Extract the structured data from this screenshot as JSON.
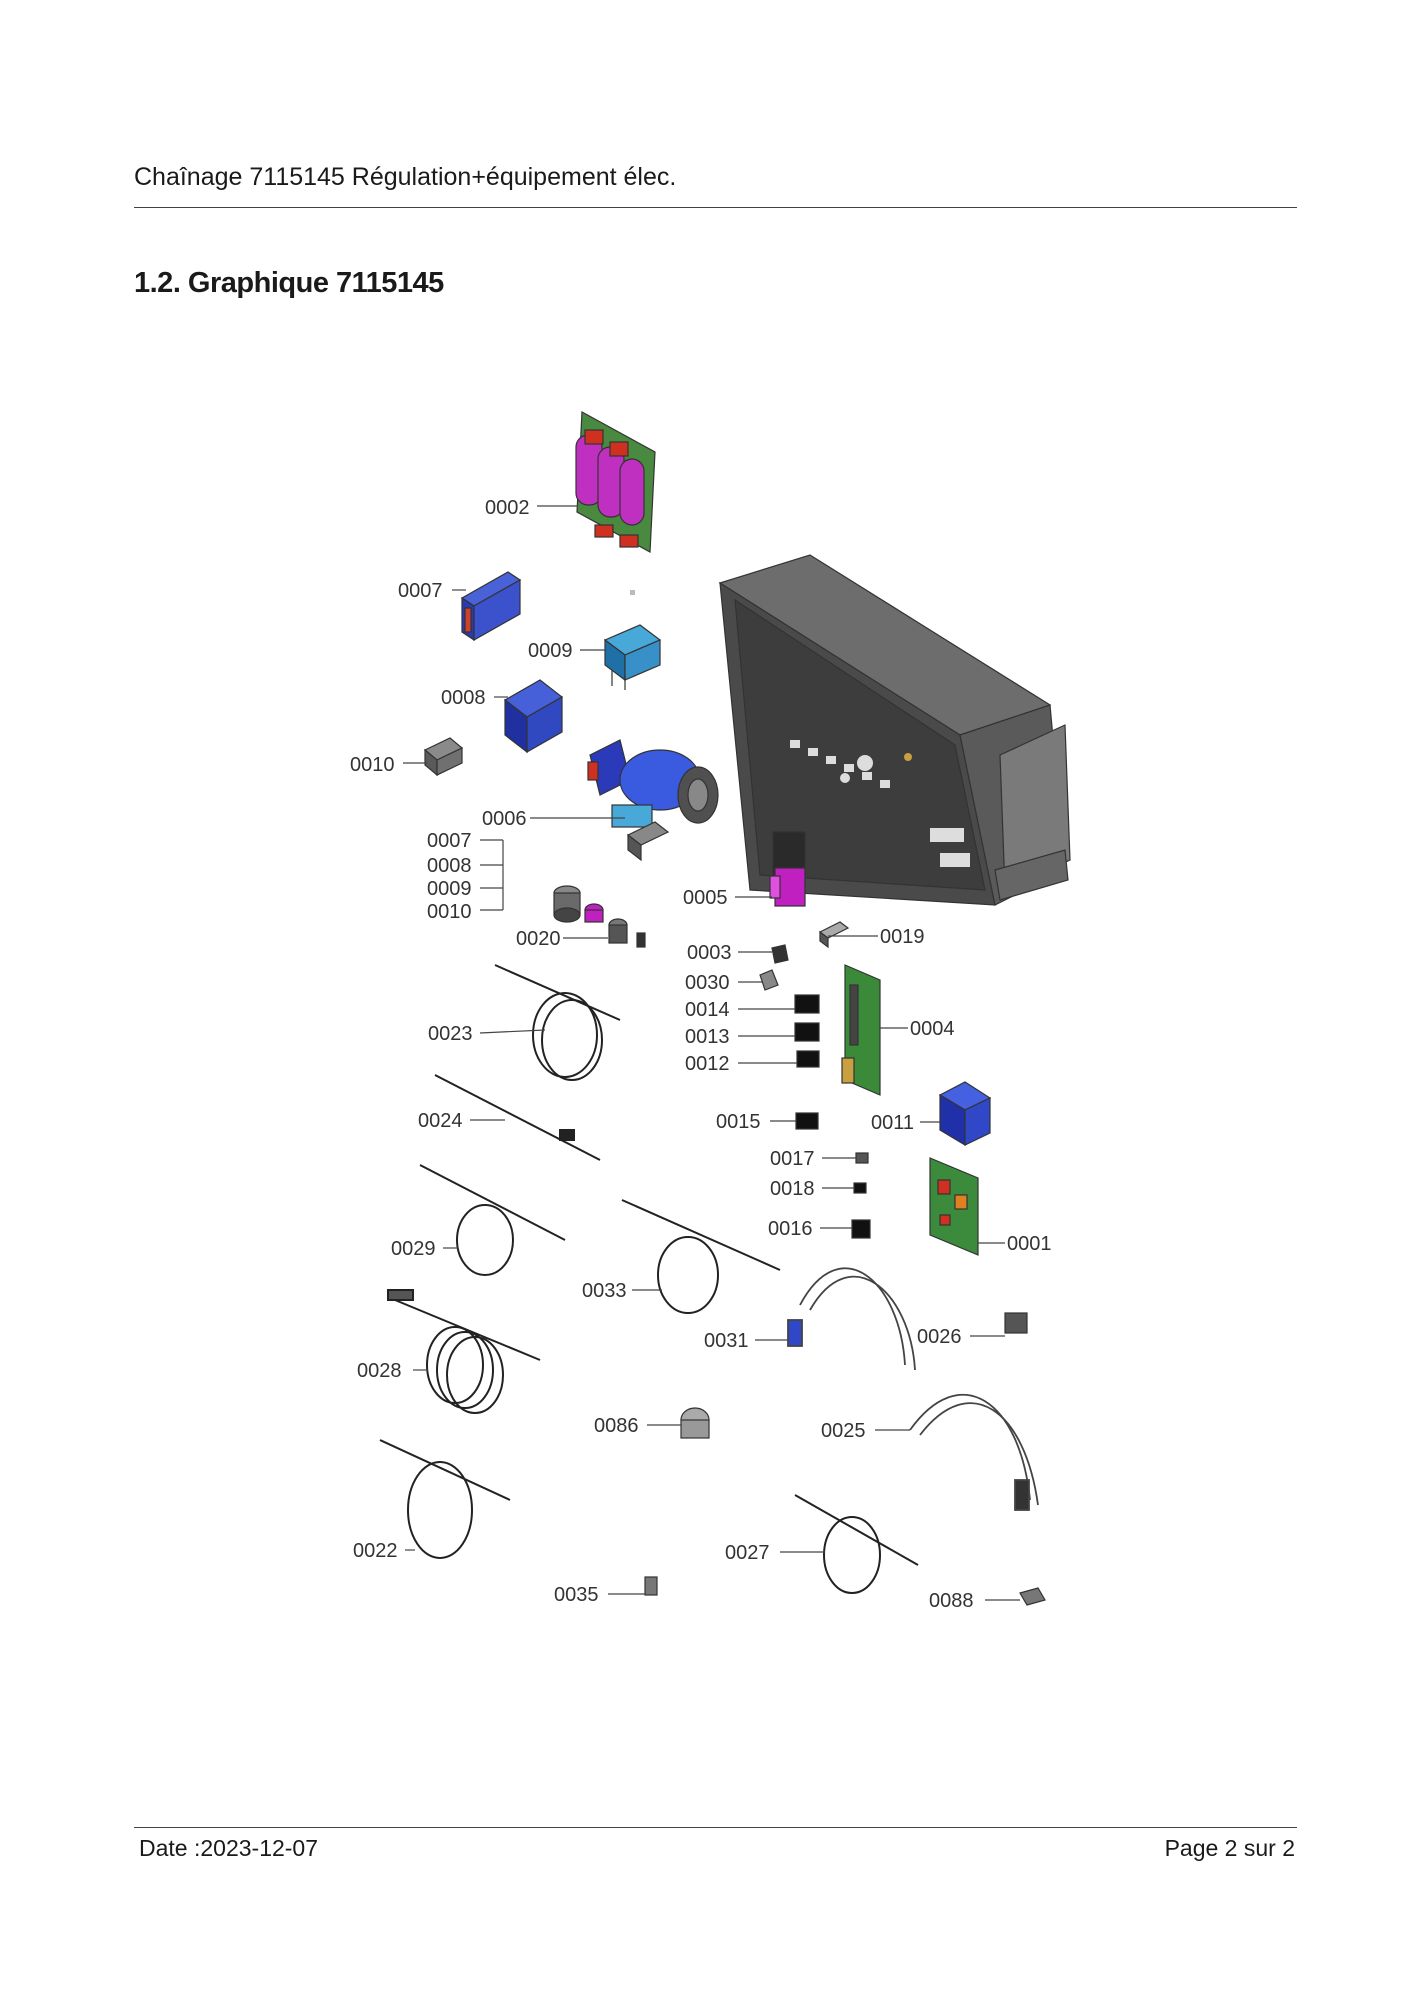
{
  "header": {
    "title": "Chaînage 7115145 Régulation+équipement élec."
  },
  "section": {
    "title": "1.2. Graphique 7115145"
  },
  "diagram": {
    "labels": {
      "p0001": "0001",
      "p0002": "0002",
      "p0003": "0003",
      "p0004": "0004",
      "p0005": "0005",
      "p0006": "0006",
      "p0007": "0007",
      "p0008": "0008",
      "p0009": "0009",
      "p0010": "0010",
      "p0011": "0011",
      "p0012": "0012",
      "p0013": "0013",
      "p0014": "0014",
      "p0015": "0015",
      "p0016": "0016",
      "p0017": "0017",
      "p0018": "0018",
      "p0019": "0019",
      "p0020": "0020",
      "p0022": "0022",
      "p0023": "0023",
      "p0024": "0024",
      "p0025": "0025",
      "p0026": "0026",
      "p0027": "0027",
      "p0028": "0028",
      "p0029": "0029",
      "p0030": "0030",
      "p0031": "0031",
      "p0033": "0033",
      "p0035": "0035",
      "p0086": "0086",
      "p0088": "0088"
    }
  },
  "footer": {
    "date": "Date :2023-12-07",
    "page": "Page 2 sur   2"
  }
}
